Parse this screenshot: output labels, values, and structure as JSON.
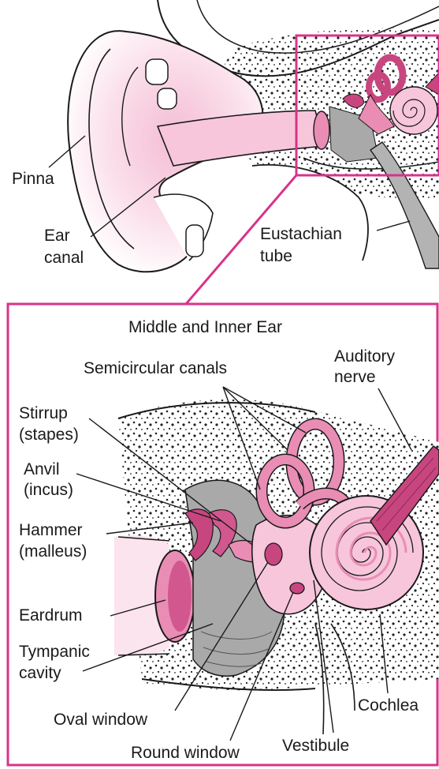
{
  "colors": {
    "frame": "#d8338a",
    "pink_light": "#f7c6db",
    "pink_mid": "#e98db4",
    "pink_dark": "#c8467f",
    "grey": "#a9a9a9",
    "ink": "#1a1a1a"
  },
  "top": {
    "labels": {
      "pinna": "Pinna",
      "ear_canal_1": "Ear",
      "ear_canal_2": "canal",
      "eustachian_1": "Eustachian",
      "eustachian_2": "tube"
    }
  },
  "inset": {
    "title": "Middle and Inner Ear",
    "labels": {
      "semicircular": "Semicircular canals",
      "auditory_1": "Auditory",
      "auditory_2": "nerve",
      "stirrup_1": "Stirrup",
      "stirrup_2": "(stapes)",
      "anvil_1": "Anvil",
      "anvil_2": "(incus)",
      "hammer_1": "Hammer",
      "hammer_2": "(malleus)",
      "eardrum": "Eardrum",
      "tympanic_1": "Tympanic",
      "tympanic_2": "cavity",
      "oval_window": "Oval window",
      "round_window": "Round window",
      "vestibule": "Vestibule",
      "cochlea": "Cochlea"
    }
  }
}
